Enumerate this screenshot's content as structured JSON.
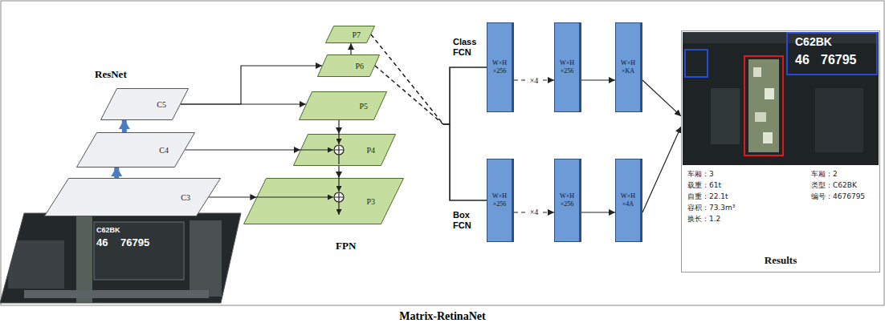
{
  "diagram": {
    "caption": "Matrix-RetinaNet",
    "nodes": [
      {
        "text": [
          "C3"
        ]
      },
      {
        "text": [
          "C4"
        ]
      },
      {
        "text": [
          "C5"
        ]
      },
      {
        "text": [
          "P7"
        ]
      },
      {
        "text": [
          "P6"
        ]
      },
      {
        "text": [
          "P5"
        ]
      },
      {
        "text": [
          "P4"
        ]
      },
      {
        "text": [
          "P3"
        ]
      },
      {
        "text": [
          "W×H ×256"
        ]
      },
      {
        "text": [
          "W×H ×256"
        ]
      },
      {
        "text": [
          "W×H ×KA"
        ]
      },
      {
        "text": [
          "W×H ×256"
        ]
      },
      {
        "text": [
          "W×H ×256"
        ]
      },
      {
        "text": [
          "W×H ×4A"
        ]
      },
      {
        "text": [
          "Results"
        ]
      }
    ],
    "edges": [
      {
        "from": 0,
        "to": 1,
        "arrow": "to"
      },
      {
        "from": 1,
        "to": 2,
        "arrow": "to"
      },
      {
        "from": 2,
        "to": 4,
        "arrow": "to"
      },
      {
        "from": 2,
        "to": 5,
        "arrow": "to"
      },
      {
        "from": 4,
        "to": 3,
        "arrow": "to"
      },
      {
        "from": 1,
        "to": 6,
        "arrow": "to"
      },
      {
        "from": 5,
        "to": 6,
        "arrow": "to"
      },
      {
        "from": 0,
        "to": 7,
        "arrow": "to"
      },
      {
        "from": 6,
        "to": 7,
        "arrow": "to"
      },
      {
        "from": 3,
        "to": 8,
        "arrow": "none"
      },
      {
        "from": 3,
        "to": 11,
        "arrow": "none"
      },
      {
        "from": 4,
        "to": 8,
        "arrow": "none"
      },
      {
        "from": 4,
        "to": 11,
        "arrow": "none"
      },
      {
        "from": 8,
        "to": 9,
        "label": "×4",
        "arrow": "to"
      },
      {
        "from": 9,
        "to": 10,
        "arrow": "to"
      },
      {
        "from": 11,
        "to": 12,
        "label": "×4",
        "arrow": "to"
      },
      {
        "from": 12,
        "to": 13,
        "arrow": "to"
      },
      {
        "from": 10,
        "to": 14,
        "arrow": "to"
      },
      {
        "from": 13,
        "to": 14,
        "arrow": "to"
      }
    ],
    "labels": [
      "ResNet",
      "FPN",
      "Class FCN",
      "Box FCN",
      "C62BK",
      "46",
      "76795",
      "C62BK",
      "46",
      "76795",
      "车厢：3",
      "载重：61t",
      "自重：22.1t",
      "容积：73.3m³",
      "换长：1.2",
      "车厢：2",
      "类型：C62BK",
      "编号：4676795"
    ]
  }
}
